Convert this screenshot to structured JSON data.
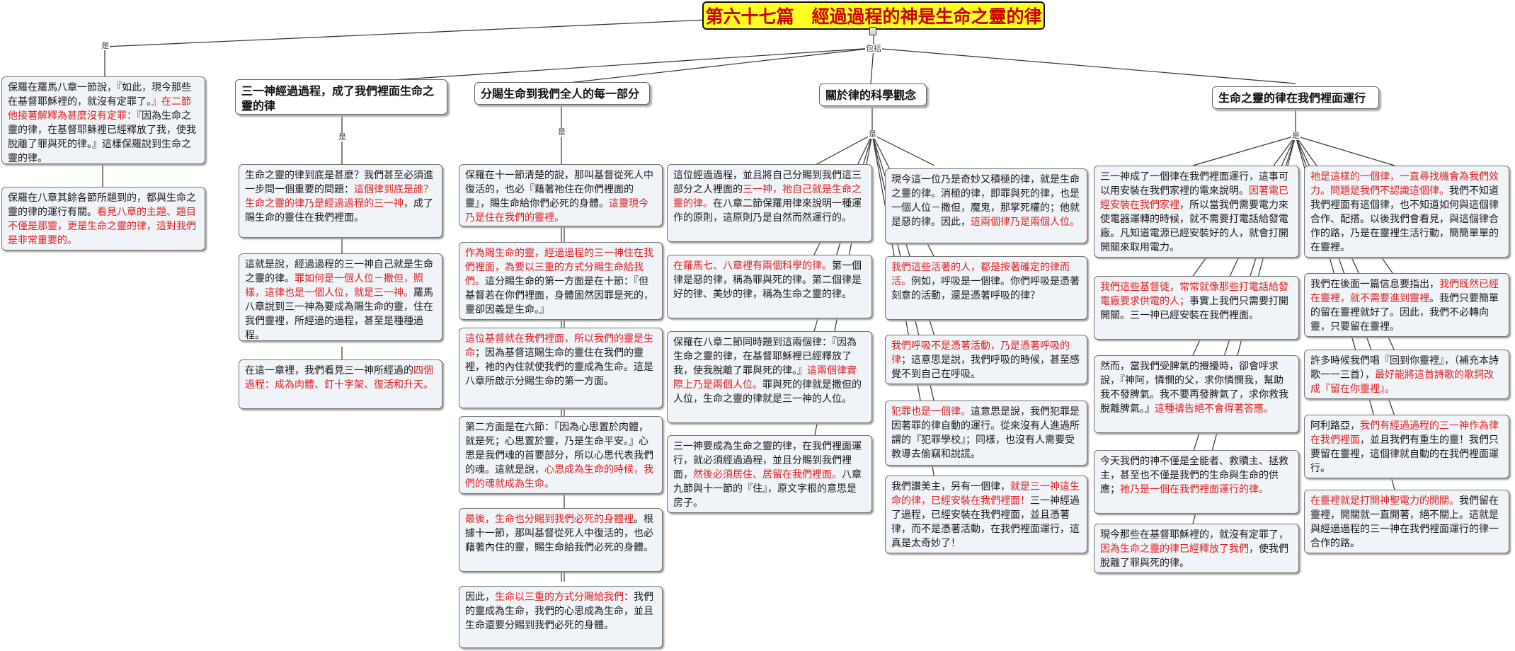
{
  "title": "第六十七篇　經過過程的神是生命之靈的律",
  "labels": {
    "left": "是",
    "center": "包括",
    "branch": "是"
  },
  "left_boxes": [
    [
      {
        "t": "保羅在羅馬八章一節說，『如此，現今那些在基督耶穌裡的，就沒有定罪了。"
      },
      {
        "t": "』在二節他接著解釋為甚麼沒有定罪：",
        "r": true
      },
      {
        "t": "『因為生命之靈的律，在基督耶穌裡已經釋放了我，使我脫離了罪與死的律。』這樣保羅說到生命之靈的律。"
      }
    ],
    [
      {
        "t": "保羅在八章其餘各節所題到的，都與生命之靈的律的運行有關。"
      },
      {
        "t": "看見八章的主題、題目不僅是那靈，更是生命之靈的律，這對我們是非常重要的。",
        "r": true
      }
    ]
  ],
  "headers": [
    "三一神經過過程，成了我們裡面生命之靈的律",
    "分賜生命到我們全人的每一部分",
    "關於律的科學觀念",
    "生命之靈的律在我們裡面運行"
  ],
  "col1": [
    [
      {
        "t": "生命之靈的律到底是甚麼？我們甚至必須進一步問一個重要的問題："
      },
      {
        "t": "這個律到底是誰？生命之靈的律乃是經過過程的三一神",
        "r": true
      },
      {
        "t": "，成了賜生命的靈住在我們裡面。"
      }
    ],
    [
      {
        "t": "這就是說，經過過程的三一神自己就是生命之靈的律。"
      },
      {
        "t": "罪如何是一個人位－撒但，照樣，這律也是一個人位，就是三一神。",
        "r": true
      },
      {
        "t": "羅馬八章說到三一神為要成為賜生命的靈，住在我們靈裡，所經過的過程，甚至是種種過程。"
      }
    ],
    [
      {
        "t": "在這一章裡，我們看見三一神所經過的"
      },
      {
        "t": "四個過程：成為肉體、釘十字架、復活和升天。",
        "r": true
      }
    ]
  ],
  "col2": [
    [
      {
        "t": "保羅在十一節清楚的說，那叫基督從死人中復活的，也必『藉著祂住在你們裡面的靈』，賜生命給你們必死的身體。"
      },
      {
        "t": "這靈現今乃是住在我們的靈裡。",
        "r": true
      }
    ],
    [
      {
        "t": "作為賜生命的靈，經過過程的三一神住在我們裡面，為要以三重的方式分賜生命給我們。",
        "r": true
      },
      {
        "t": "這分賜生命的第一方面是在十節：『但基督若在你們裡面，身體固然因罪是死的，靈卻因義是生命。』"
      }
    ],
    [
      {
        "t": "這位基督就在我們裡面，所以我們的靈是生命",
        "r": true
      },
      {
        "t": "；因為基督這賜生命的靈住在我們的靈裡，祂的內住就使我們的靈成為生命。這是八章所啟示分賜生命的第一方面。"
      }
    ],
    [
      {
        "t": "第二方面是在六節：『因為心思置於肉體，就是死；心思置於靈，乃是生命平安。』心思是我們魂的首要部分，所以心思代表我們的魂。這就是說，"
      },
      {
        "t": "心思成為生命的時候，我們的魂就成為生命。",
        "r": true
      }
    ],
    [
      {
        "t": "最後，生命也分賜到我們必死的身體裡",
        "r": true
      },
      {
        "t": "。根據十一節，那叫基督從死人中復活的，也必藉著內住的靈，賜生命給我們必死的身體。"
      }
    ],
    [
      {
        "t": "因此，"
      },
      {
        "t": "生命以三重的方式分賜給我們",
        "r": true
      },
      {
        "t": "：我們的靈成為生命，我們的心思成為生命，並且生命還要分賜到我們必死的身體。"
      }
    ]
  ],
  "col3a": [
    [
      {
        "t": "這位經過過程，並且將自己分賜到我們這三部分之人裡面的"
      },
      {
        "t": "三一神，祂自己就是生命之靈的律。",
        "r": true
      },
      {
        "t": "在八章二節保羅用律來說明一種運作的原則，這原則乃是自然而然運行的。"
      }
    ],
    [
      {
        "t": "在羅馬七、八章裡有兩個科學的律。",
        "r": true
      },
      {
        "t": "第一個律是惡的律，稱為罪與死的律。第二個律是好的律、美妙的律，稱為生命之靈的律。"
      }
    ],
    [
      {
        "t": "保羅在八章二節同時題到這兩個律：『因為生命之靈的律，在基督耶穌裡已經釋放了我，使我脫離了罪與死的律。』"
      },
      {
        "t": "這兩個律實際上乃是兩個人位。",
        "r": true
      },
      {
        "t": "罪與死的律就是撒但的人位，生命之靈的律就是三一神的人位。"
      }
    ],
    [
      {
        "t": "三一神要成為生命之靈的律，在我們裡面運行，就必須經過過程，並且分賜到我們裡面，"
      },
      {
        "t": "然後必須居住、居留在我們裡面。",
        "r": true
      },
      {
        "t": "八章九節與十一節的『住』，原文字根的意思是房子。"
      }
    ]
  ],
  "col3b": [
    [
      {
        "t": "現今這一位乃是奇妙又積極的律，就是生命之靈的律。消極的律，即罪與死的律，也是一個人位－撒但，魔鬼，那掌死權的；他就是惡的律。因此，"
      },
      {
        "t": "這兩個律乃是兩個人位。",
        "r": true
      }
    ],
    [
      {
        "t": "我們這些活著的人，都是按著確定的律而活。",
        "r": true
      },
      {
        "t": "例如，呼吸是一個律。你們呼吸是憑著刻意的活動，還是憑著呼吸的律？"
      }
    ],
    [
      {
        "t": "我們呼吸不是憑著活動，乃是憑著呼吸的律",
        "r": true
      },
      {
        "t": "；這意思是說，我們呼吸的時候，甚至感覺不到自己在呼吸。"
      }
    ],
    [
      {
        "t": "犯罪也是一個律。",
        "r": true
      },
      {
        "t": "這意思是說，我們犯罪是因著罪的律自動的運行。從來沒有人進過所謂的『犯罪學校』；同樣，也沒有人需要受教導去偷竊和說謊。"
      }
    ],
    [
      {
        "t": "我們讚美主，另有一個律，"
      },
      {
        "t": "就是三一神這生命的律，已經安裝在我們裡面！",
        "r": true
      },
      {
        "t": "三一神經過了過程，已經安裝在我們裡面，並且憑著律，而不是憑著活動，在我們裡面運行，這真是太奇妙了！"
      }
    ]
  ],
  "col4a": [
    [
      {
        "t": "三一神成了一個律在我們裡面運行，這事可以用安裝在我們家裡的電來說明。"
      },
      {
        "t": "因著電已經安裝在我們家裡",
        "r": true
      },
      {
        "t": "，所以當我們需要電力來使電器運轉的時候，就不需要打電話給發電廠。凡知道電源已經安裝好的人，就會打開開關來取用電力。"
      }
    ],
    [
      {
        "t": "我們這些基督徒，常常就像那些打電話給發電廠要求供電的人；",
        "r": true
      },
      {
        "t": "事實上我們只需要打開開關。三一神已經安裝在我們裡面。"
      }
    ],
    [
      {
        "t": "然而，當我們受脾氣的攪擾時，卻會呼求說，『神阿，憐憫的父，求你憐憫我，幫助我不發脾氣。我不要再發脾氣了，求你救我脫離脾氣。』"
      },
      {
        "t": "這種禱告絕不會得著答應。",
        "r": true
      }
    ],
    [
      {
        "t": "今天我們的神不僅是全能者、救贖主、拯救主，甚至也不僅是我們的生命與生命的供應；"
      },
      {
        "t": "祂乃是一個在我們裡面運行的律。",
        "r": true
      }
    ],
    [
      {
        "t": "現今那些在基督耶穌裡的，就沒有定罪了，"
      },
      {
        "t": "因為生命之靈的律已經釋放了我們",
        "r": true
      },
      {
        "t": "，使我們脫離了罪與死的律。"
      }
    ]
  ],
  "col4b": [
    [
      {
        "t": "祂是這樣的一個律，一直尋找機會為我們效力。問題是我們不認識這個律。",
        "r": true
      },
      {
        "t": "我們不知道我們裡面有這個律，也不知道如何與這個律合作、配搭。以後我們會看見，與這個律合作的路，乃是在靈裡生活行動，簡簡單單的在靈裡。"
      }
    ],
    [
      {
        "t": "我們在後面一篇信息要指出，"
      },
      {
        "t": "我們既然已經在靈裡，就不需要進到靈裡",
        "r": true
      },
      {
        "t": "。我們只要簡單的留在靈裡就好了。因此，我們不必轉向靈，只要留在靈裡。"
      }
    ],
    [
      {
        "t": "許多時候我們唱『回到你靈裡』，（補充本詩歌一一三首），"
      },
      {
        "t": "最好能將這首詩歌的歌詞改成『留在你靈裡』。",
        "r": true
      }
    ],
    [
      {
        "t": "阿利路亞，"
      },
      {
        "t": "我們有經過過程的三一神作為律在我們裡面",
        "r": true
      },
      {
        "t": "，並且我們有重生的靈！我們只要留在靈裡，這個律就自動的在我們裡面運行。"
      }
    ],
    [
      {
        "t": "在靈裡就是打開神聖電力的開關。",
        "r": true
      },
      {
        "t": "我們留在靈裡，開關就一直開著，絕不關上。這就是與經過過程的三一神在我們裡面運行的律一合作的路。"
      }
    ]
  ]
}
